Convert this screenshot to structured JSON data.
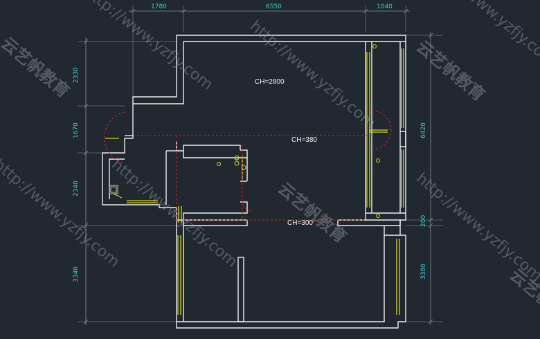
{
  "dimensions": {
    "top": [
      "1780",
      "6550",
      "1040"
    ],
    "left": [
      "2330",
      "1670",
      "2340",
      "3340"
    ],
    "right": [
      "6420",
      "200",
      "3380"
    ]
  },
  "ceiling_heights": [
    "CH=2800",
    "CH=380",
    "CH=300"
  ],
  "watermark": {
    "url": "http://www.yzfjy.com",
    "brand": "云艺帆教育"
  },
  "colors": {
    "background": "#212830",
    "walls": "#eeeeee",
    "dimensions": "#32d4d2",
    "windows": "#d7d820",
    "ceiling_lines": "#e02020"
  }
}
